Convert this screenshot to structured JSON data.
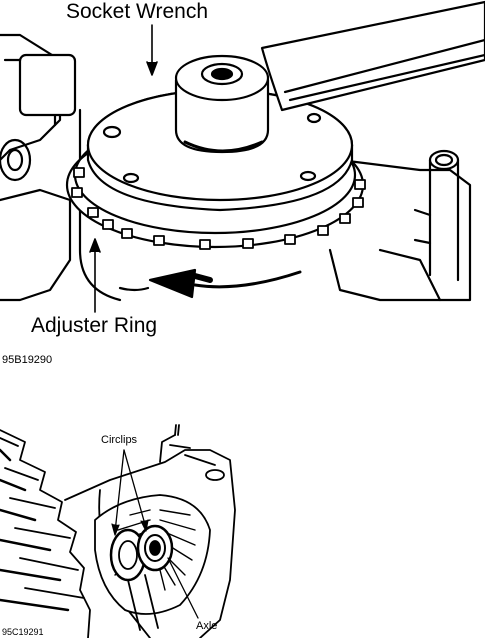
{
  "figure1": {
    "label_socket_wrench": "Socket Wrench",
    "label_adjuster_ring": "Adjuster Ring",
    "figure_code": "95B19290"
  },
  "figure2": {
    "label_circlips": "Circlips",
    "label_axle": "Axle",
    "figure_code": "95C19291"
  },
  "colors": {
    "ink": "#000000",
    "paper": "#ffffff"
  }
}
